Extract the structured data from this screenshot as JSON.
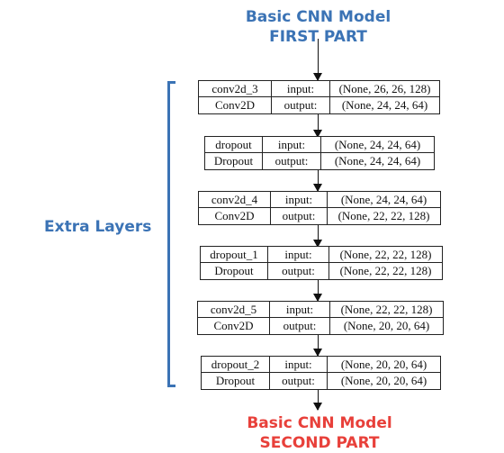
{
  "titles": {
    "top_line1": "Basic CNN Model",
    "top_line2": "FIRST PART",
    "bottom_line1": "Basic CNN Model",
    "bottom_line2": "SECOND PART",
    "side": "Extra Layers"
  },
  "layers": [
    {
      "name": "conv2d_3",
      "type": "Conv2D",
      "input_label": "input:",
      "output_label": "output:",
      "input": "(None, 26, 26, 128)",
      "output": "(None, 24, 24, 64)"
    },
    {
      "name": "dropout",
      "type": "Dropout",
      "input_label": "input:",
      "output_label": "output:",
      "input": "(None, 24, 24, 64)",
      "output": "(None, 24, 24, 64)"
    },
    {
      "name": "conv2d_4",
      "type": "Conv2D",
      "input_label": "input:",
      "output_label": "output:",
      "input": "(None, 24, 24, 64)",
      "output": "(None, 22, 22, 128)"
    },
    {
      "name": "dropout_1",
      "type": "Dropout",
      "input_label": "input:",
      "output_label": "output:",
      "input": "(None, 22, 22, 128)",
      "output": "(None, 22, 22, 128)"
    },
    {
      "name": "conv2d_5",
      "type": "Conv2D",
      "input_label": "input:",
      "output_label": "output:",
      "input": "(None, 22, 22, 128)",
      "output": "(None, 20, 20, 64)"
    },
    {
      "name": "dropout_2",
      "type": "Dropout",
      "input_label": "input:",
      "output_label": "output:",
      "input": "(None, 20, 20, 64)",
      "output": "(None, 20, 20, 64)"
    }
  ]
}
